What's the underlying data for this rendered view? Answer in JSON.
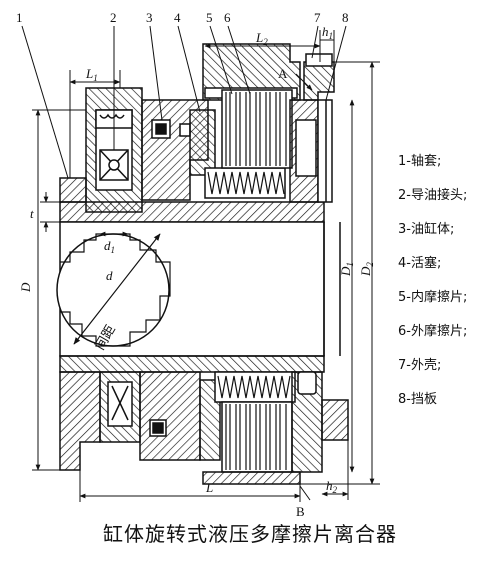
{
  "callouts": [
    "1",
    "2",
    "3",
    "4",
    "5",
    "6",
    "7",
    "8"
  ],
  "dims": {
    "L1": "L",
    "L1_sub": "1",
    "L2": "L",
    "L2_sub": "2",
    "h1": "h",
    "h1_sub": "1",
    "h2": "h",
    "h2_sub": "2",
    "L": "L",
    "D": "D",
    "D1": "D",
    "D1_sub": "1",
    "D2": "D",
    "D2_sub": "2",
    "d": "d",
    "d1": "d",
    "d1_sub": "1",
    "t": "t",
    "A": "A",
    "B": "B",
    "gap": "间距"
  },
  "legend": [
    "1-轴套;",
    "2-导油接头;",
    "3-油缸体;",
    "4-活塞;",
    "5-内摩擦片;",
    "6-外摩擦片;",
    "7-外壳;",
    "8-挡板"
  ],
  "caption": "缸体旋转式液压多摩擦片离合器"
}
